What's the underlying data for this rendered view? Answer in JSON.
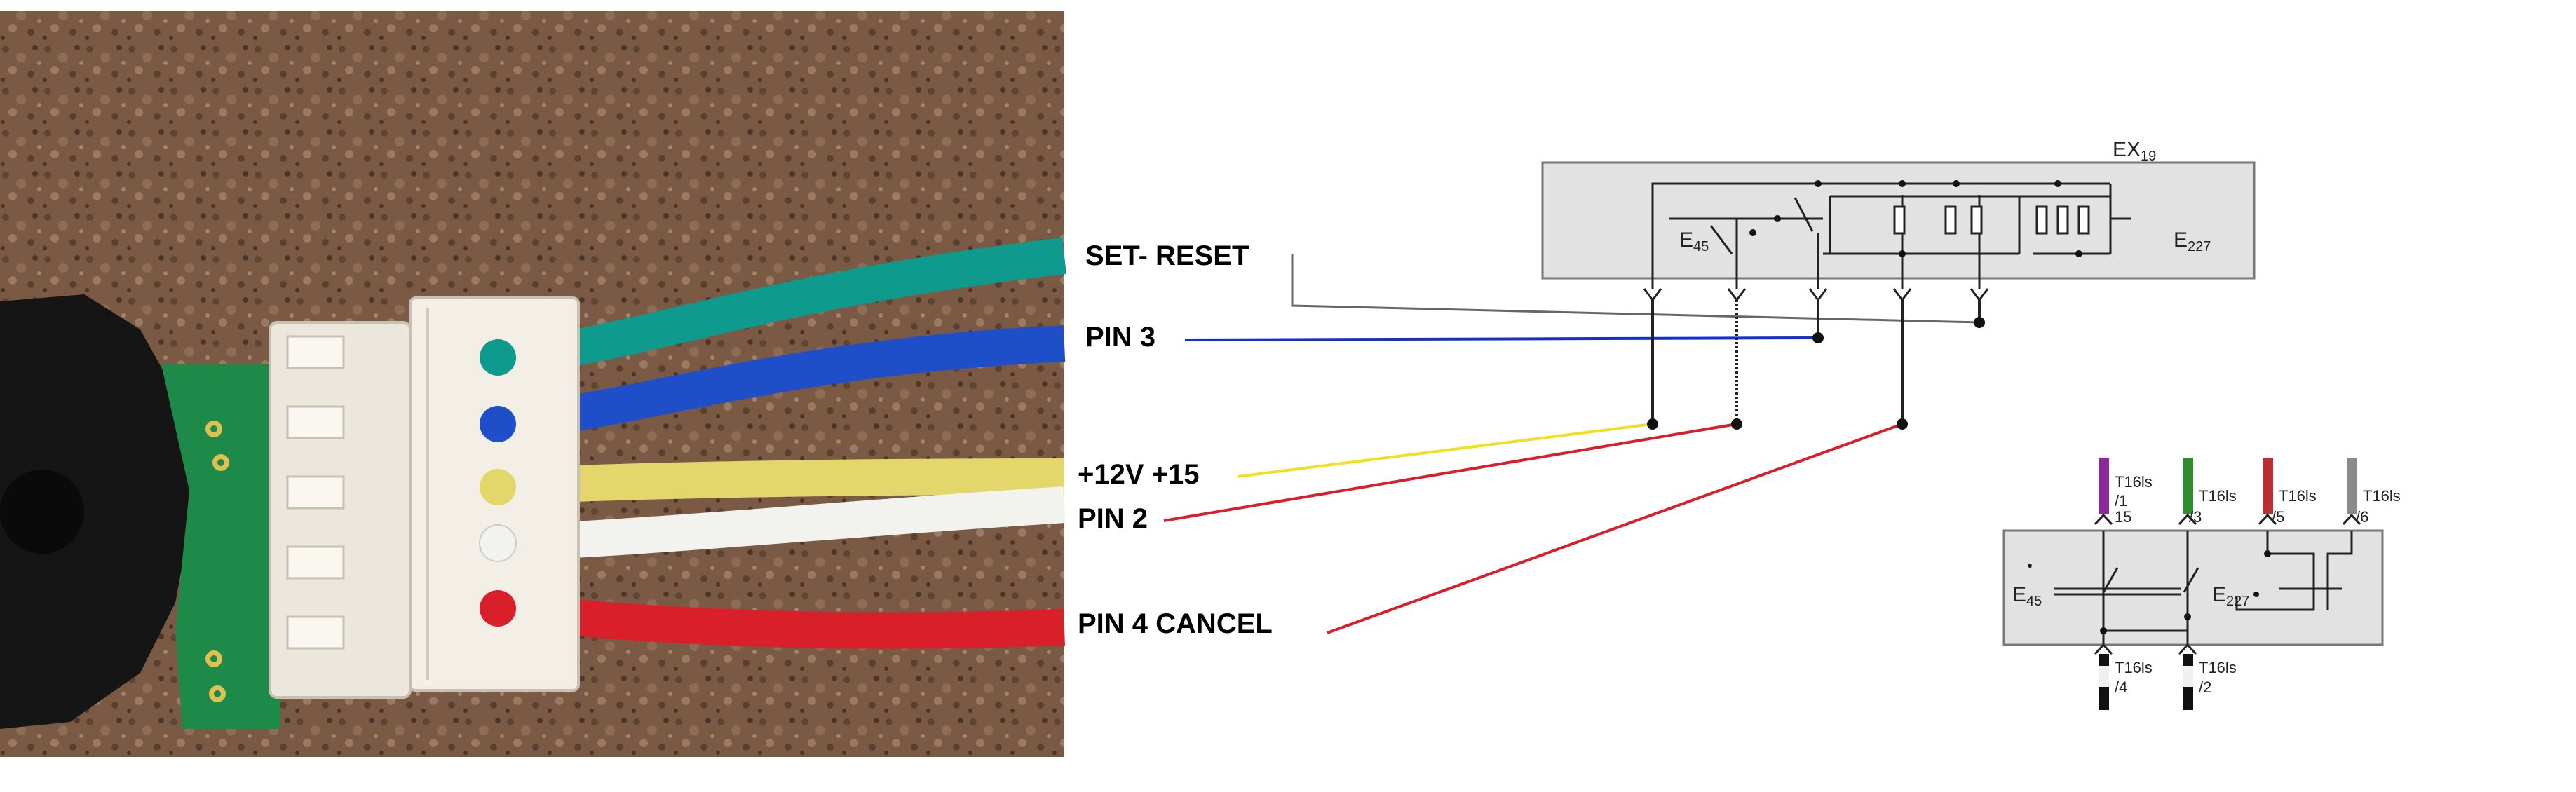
{
  "photo": {
    "description_icon": "connector-photo",
    "wire_colors": {
      "teal": "#0f9a8e",
      "blue": "#1f4fc8",
      "yellow": "#e3d66a",
      "white": "#f2f2ee",
      "red": "#d81f2a"
    }
  },
  "labels": {
    "set_reset": "SET- RESET",
    "pin3": "PIN 3",
    "v12_15": "+12V +15",
    "pin2": "PIN 2",
    "pin4_cancel": "PIN 4  CANCEL"
  },
  "line_colors": {
    "pin3": "#1530c8",
    "v12": "#f0e020",
    "pin2": "#d81f2a",
    "pin4": "#d81f2a",
    "set_reset": "#666666"
  },
  "schematic_top": {
    "module": "EX",
    "module_sub": "19",
    "left_switch": "E",
    "left_switch_sub": "45",
    "right_switch": "E",
    "right_switch_sub": "227"
  },
  "schematic_bottom": {
    "left_switch": "E",
    "left_switch_sub": "45",
    "right_switch": "E",
    "right_switch_sub": "227",
    "top_connectors": [
      {
        "name": "T16ls",
        "pin": "/1",
        "extra": "15",
        "color": "#8a2a9a"
      },
      {
        "name": "T16ls",
        "pin": "/3",
        "extra": "",
        "color": "#2e8b2e"
      },
      {
        "name": "T16ls",
        "pin": "/5",
        "extra": "",
        "color": "#b83030"
      },
      {
        "name": "T16ls",
        "pin": "/6",
        "extra": "",
        "color": "#8a8a8a"
      }
    ],
    "bottom_connectors": [
      {
        "name": "T16ls",
        "pin": "/4"
      },
      {
        "name": "T16ls",
        "pin": "/2"
      }
    ]
  }
}
